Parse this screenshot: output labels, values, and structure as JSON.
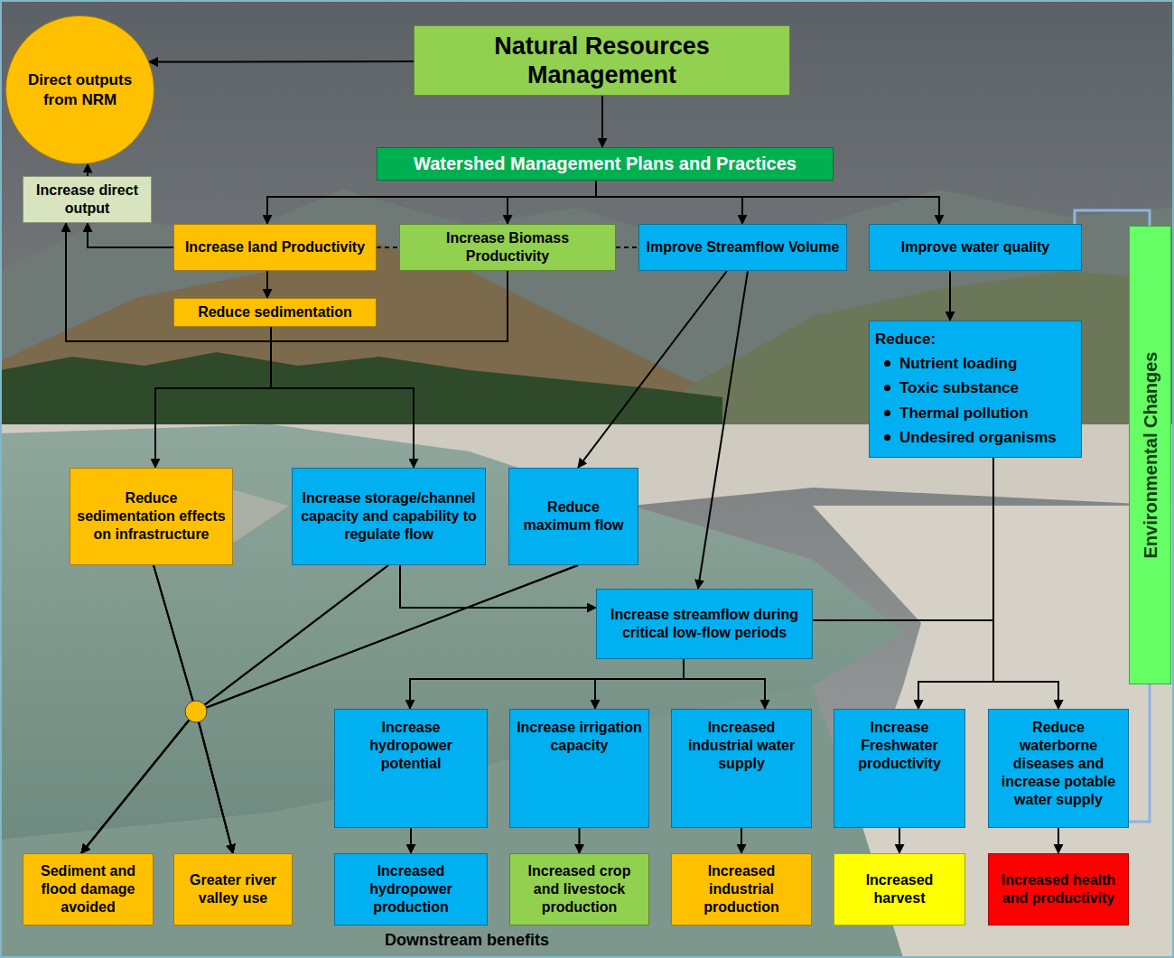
{
  "diagram": {
    "nodes": [
      {
        "text": [
          "Natural Resources Management"
        ]
      },
      {
        "text": [
          "Direct outputs from NRM"
        ]
      },
      {
        "text": [
          "Watershed Management Plans and Practices"
        ]
      },
      {
        "text": [
          "Increase direct output"
        ]
      },
      {
        "text": [
          "Increase land Productivity"
        ]
      },
      {
        "text": [
          "Increase Biomass Productivity"
        ]
      },
      {
        "text": [
          "Improve Streamflow Volume"
        ]
      },
      {
        "text": [
          "Improve water quality"
        ]
      },
      {
        "text": [
          "Environmental Changes"
        ]
      },
      {
        "text": [
          "Reduce sedimentation"
        ]
      },
      {
        "text": [
          "Reduce:",
          "Nutrient loading",
          "Toxic substance",
          "Thermal pollution",
          "Undesired organisms"
        ]
      },
      {
        "text": [
          "Reduce sedimentation effects on infrastructure"
        ]
      },
      {
        "text": [
          "Increase storage/channel capacity and capability to regulate flow"
        ]
      },
      {
        "text": [
          "Reduce maximum flow"
        ]
      },
      {
        "text": [
          "Increase streamflow during critical low-flow periods"
        ]
      },
      {
        "text": [
          "Increase hydropower potential"
        ]
      },
      {
        "text": [
          "Increase irrigation capacity"
        ]
      },
      {
        "text": [
          "Increased industrial water supply"
        ]
      },
      {
        "text": [
          "Increase Freshwater productivity"
        ]
      },
      {
        "text": [
          "Reduce waterborne diseases and increase potable water supply"
        ]
      },
      {
        "text": [
          "Sediment and flood damage avoided"
        ]
      },
      {
        "text": [
          "Greater river valley use"
        ]
      },
      {
        "text": [
          "Increased hydropower production"
        ]
      },
      {
        "text": [
          "Increased crop and livestock production"
        ]
      },
      {
        "text": [
          "Increased industrial production"
        ]
      },
      {
        "text": [
          "Increased harvest"
        ]
      },
      {
        "text": [
          "Increased health and productivity"
        ]
      }
    ],
    "edges": [
      {
        "from": 0,
        "to": 1,
        "arrow": "to"
      },
      {
        "from": 0,
        "to": 2,
        "arrow": "to"
      },
      {
        "from": 3,
        "to": 1,
        "arrow": "to"
      },
      {
        "from": 2,
        "to": 4,
        "arrow": "to"
      },
      {
        "from": 2,
        "to": 5,
        "arrow": "to"
      },
      {
        "from": 2,
        "to": 6,
        "arrow": "to"
      },
      {
        "from": 2,
        "to": 7,
        "arrow": "to"
      },
      {
        "from": 4,
        "to": 3,
        "arrow": "to"
      },
      {
        "from": 4,
        "to": 5,
        "arrow": "none"
      },
      {
        "from": 5,
        "to": 6,
        "arrow": "none"
      },
      {
        "from": 4,
        "to": 9,
        "arrow": "to"
      },
      {
        "from": 5,
        "to": 3,
        "arrow": "to"
      },
      {
        "from": 9,
        "to": 11,
        "arrow": "to"
      },
      {
        "from": 9,
        "to": 12,
        "arrow": "to"
      },
      {
        "from": 6,
        "to": 13,
        "arrow": "to"
      },
      {
        "from": 6,
        "to": 14,
        "arrow": "to"
      },
      {
        "from": 7,
        "to": 10,
        "arrow": "to"
      },
      {
        "from": 12,
        "to": 14,
        "arrow": "to"
      },
      {
        "from": 14,
        "to": 15,
        "arrow": "to"
      },
      {
        "from": 14,
        "to": 16,
        "arrow": "to"
      },
      {
        "from": 14,
        "to": 17,
        "arrow": "to"
      },
      {
        "from": 14,
        "to": 18,
        "arrow": "to"
      },
      {
        "from": 14,
        "to": 19,
        "arrow": "to"
      },
      {
        "from": 10,
        "to": 18,
        "arrow": "to"
      },
      {
        "from": 10,
        "to": 19,
        "arrow": "to"
      },
      {
        "from": 11,
        "to": 20,
        "arrow": "to"
      },
      {
        "from": 11,
        "to": 21,
        "arrow": "to"
      },
      {
        "from": 12,
        "to": 20,
        "arrow": "to"
      },
      {
        "from": 12,
        "to": 21,
        "arrow": "to"
      },
      {
        "from": 13,
        "to": 20,
        "arrow": "to"
      },
      {
        "from": 13,
        "to": 21,
        "arrow": "to"
      },
      {
        "from": 7,
        "to": 8,
        "arrow": "none"
      },
      {
        "from": 19,
        "to": 8,
        "arrow": "none"
      },
      {
        "from": 15,
        "to": 22,
        "arrow": "to"
      },
      {
        "from": 16,
        "to": 23,
        "arrow": "to"
      },
      {
        "from": 17,
        "to": 24,
        "arrow": "to"
      },
      {
        "from": 18,
        "to": 25,
        "arrow": "to"
      },
      {
        "from": 19,
        "to": 26,
        "arrow": "to"
      }
    ],
    "labels": [
      "Downstream benefits"
    ]
  }
}
